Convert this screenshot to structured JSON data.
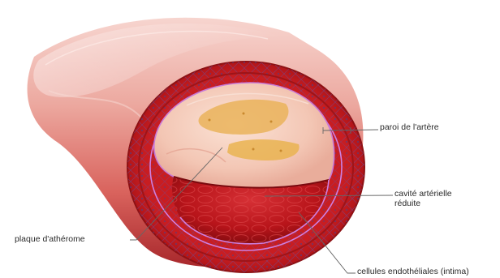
{
  "labels": {
    "artery_wall": "paroi de l'artère",
    "reduced_cavity_line1": "cavité artérielle",
    "reduced_cavity_line2": "réduite",
    "atheroma_plaque": "plaque d'athérome",
    "endothelial_cells": "cellules endothéliales (intima)"
  },
  "colors": {
    "outer_tube_light": "#f5c9c3",
    "outer_tube_mid": "#d9635d",
    "outer_tube_dark": "#a8272b",
    "wall_red": "#c51d1f",
    "wall_dark": "#8d1114",
    "fiber_blue": "#5a4f8f",
    "plaque_pink": "#f4c9b8",
    "plaque_yellow": "#e8b14a",
    "intima_line": "#c97ad7",
    "lumen_red": "#b8141a",
    "leader_line": "#666666"
  }
}
